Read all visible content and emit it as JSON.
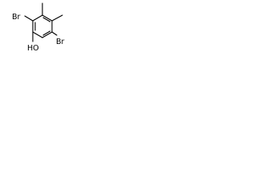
{
  "structure": {
    "atoms": {
      "bromine_upper_left": "Br",
      "bromine_lower_right": "Br",
      "hydroxyl": "HO"
    }
  }
}
